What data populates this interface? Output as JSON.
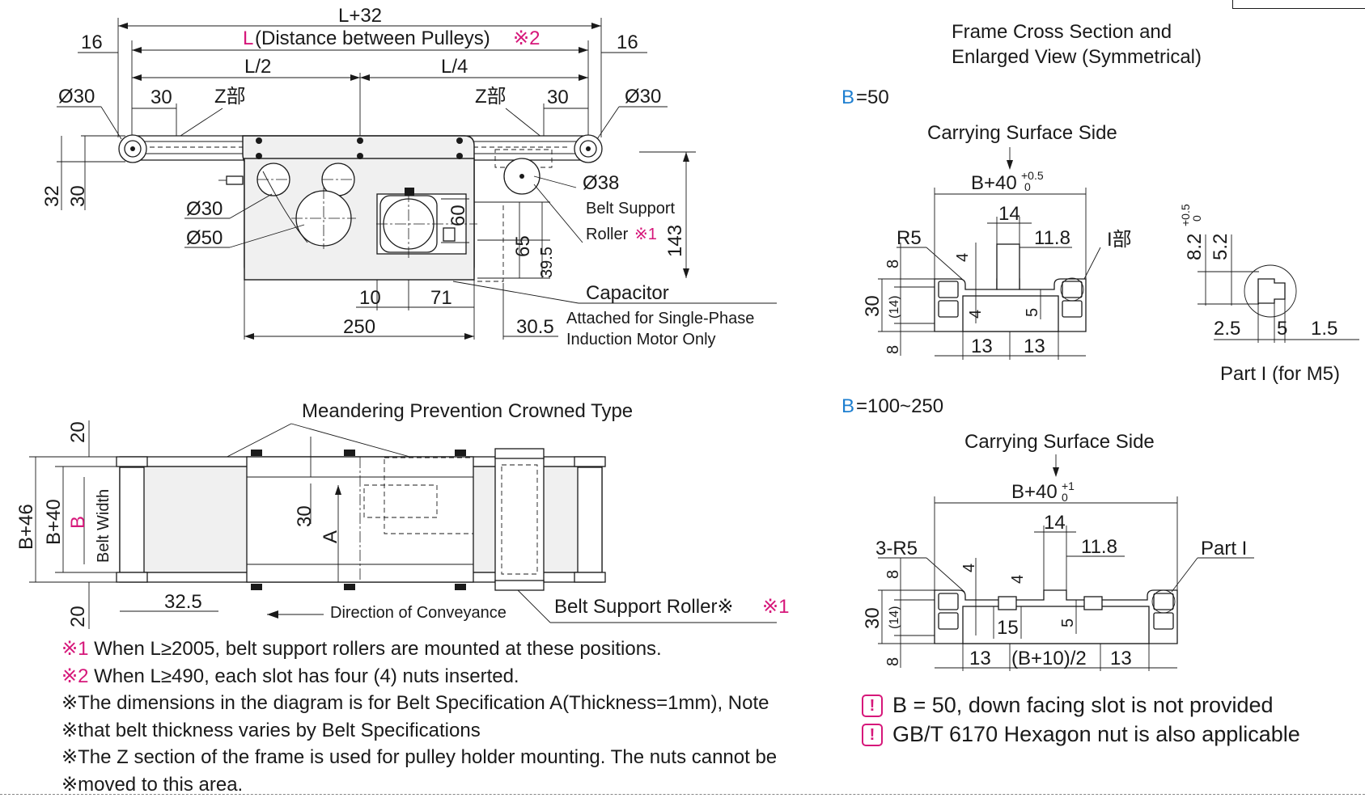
{
  "top_view": {
    "overall": "L+32",
    "distance_prefix": "L",
    "distance_text": "(Distance between Pulleys)",
    "distance_mark": "※2",
    "left_end": "16",
    "right_end": "16",
    "half": "L/2",
    "quarter": "L/4",
    "dia_left": "Ø30",
    "dia_right": "Ø30",
    "w30_left": "30",
    "w30_right": "30",
    "z_left": "Z部",
    "z_right": "Z部",
    "h32": "32",
    "h30": "30",
    "roller_dia": "Ø38",
    "belt_support_1": "Belt Support",
    "belt_support_2": "Roller",
    "belt_support_mark": "※1",
    "pulley_30": "Ø30",
    "pulley_50": "Ø50",
    "h60": "60",
    "h65": "65",
    "h39_5": "39.5",
    "h143": "143",
    "capacitor": "Capacitor",
    "w10": "10",
    "w71": "71",
    "w250": "250",
    "w30_5": "30.5",
    "cap_note_1": "Attached for Single-Phase",
    "cap_note_2": "Induction Motor Only"
  },
  "plan_view": {
    "crowned": "Meandering Prevention Crowned Type",
    "top20": "20",
    "bot20": "20",
    "b46": "B+46",
    "b40": "B+40",
    "b": "B",
    "belt_width": "Belt Width",
    "h30": "30",
    "a": "A",
    "w32_5": "32.5",
    "direction": "Direction of Conveyance",
    "roller": "Belt Support Roller※",
    "roller_mark": "※1"
  },
  "cross_section": {
    "title_1": "Frame Cross Section and",
    "title_2": "Enlarged View (Symmetrical)",
    "b50_label": "B",
    "b50_value": "=50",
    "b100_label": "B",
    "b100_value": "=100~250",
    "carry_1": "Carrying Surface Side",
    "carry_2": "Carrying Surface Side",
    "s1_width": "B+40",
    "s1_tol_up": "+0.5",
    "s1_tol_dn": "0",
    "s1_14": "14",
    "s1_11_8": "11.8",
    "s1_r5": "R5",
    "s1_part": "I部",
    "s1_8a": "8",
    "s1_4a": "4",
    "s1_30": "30",
    "s1_14p": "(14)",
    "s1_4b": "4",
    "s1_5": "5",
    "s1_8b": "8",
    "s1_13a": "13",
    "s1_13b": "13",
    "p_8_2": "8.2",
    "p_tol_up": "+0.5",
    "p_tol_dn": "0",
    "p_5_2": "5.2",
    "p_2_5": "2.5",
    "p_5": "5",
    "p_1_5": "1.5",
    "p_caption": "Part I (for M5)",
    "s2_width": "B+40",
    "s2_tol_up": "+1",
    "s2_tol_dn": "0",
    "s2_14": "14",
    "s2_11_8": "11.8",
    "s2_r5": "3-R5",
    "s2_part": "Part I",
    "s2_8a": "8",
    "s2_4a": "4",
    "s2_4b": "4",
    "s2_30": "30",
    "s2_14p": "(14)",
    "s2_15": "15",
    "s2_5": "5",
    "s2_8b": "8",
    "s2_13a": "13",
    "s2_mid": "(B+10)/2",
    "s2_13b": "13"
  },
  "notes": [
    {
      "mark": "※1",
      "text": " When L≥2005, belt support rollers are mounted at these positions."
    },
    {
      "mark": "※2",
      "text": " When L≥490, each slot has four (4) nuts inserted."
    },
    {
      "mark": "",
      "text": "※The dimensions in the diagram is for Belt Specification A(Thickness=1mm), Note"
    },
    {
      "mark": "",
      "text": "※that belt thickness varies by Belt Specifications"
    },
    {
      "mark": "",
      "text": "※The Z section of the frame is used for pulley holder mounting. The nuts cannot be"
    },
    {
      "mark": "",
      "text": "※moved to this area."
    }
  ],
  "warnings": [
    {
      "icon": "!",
      "text": "B = 50,  down facing slot is not provided"
    },
    {
      "icon": "!",
      "text": "GB/T 6170 Hexagon nut is also applicable"
    }
  ],
  "colors": {
    "accent": "#d6177a",
    "blue": "#1e7fd0"
  }
}
